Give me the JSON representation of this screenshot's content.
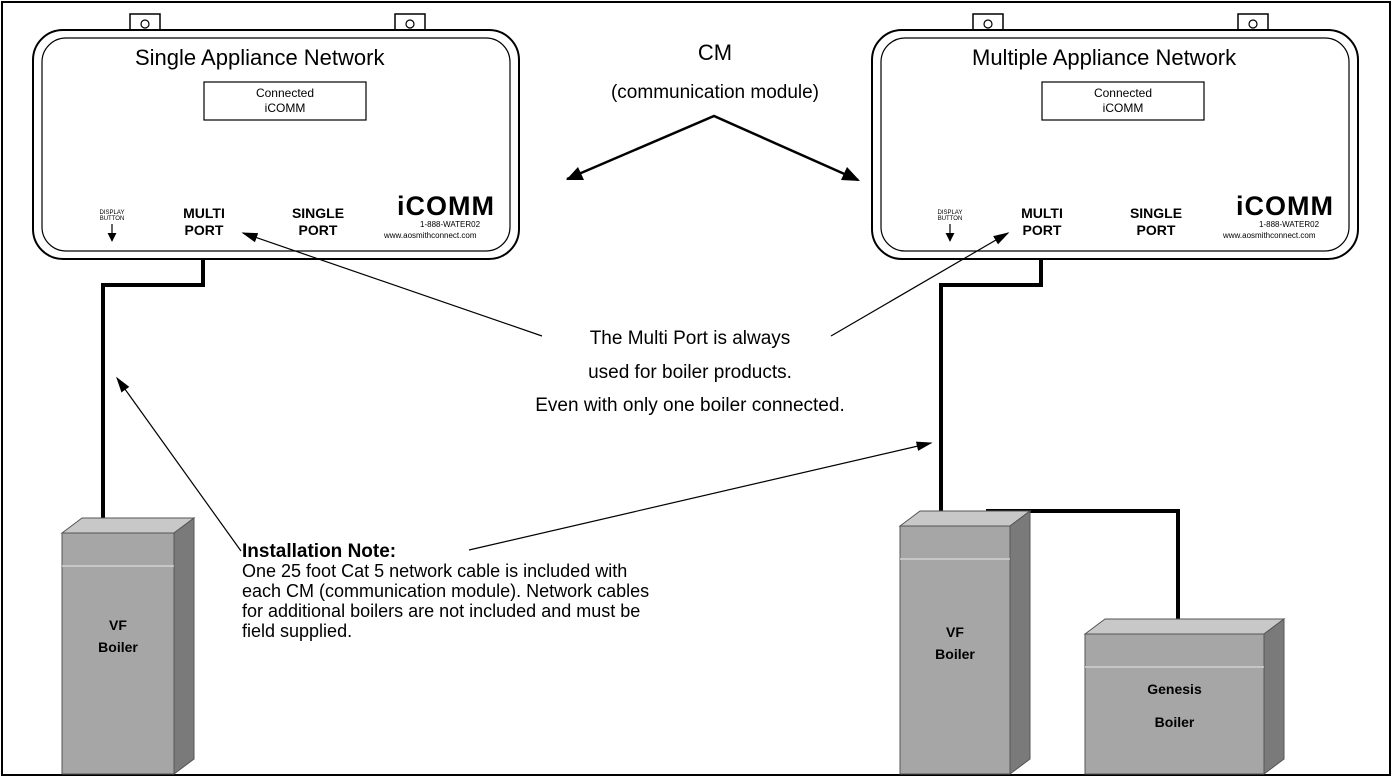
{
  "modules": [
    {
      "title": "Single Appliance Network",
      "display_line1": "Connected",
      "display_line2": "iCOMM",
      "display_button_line1": "DISPLAY",
      "display_button_line2": "BUTTON",
      "multi_port_line1": "MULTI",
      "multi_port_line2": "PORT",
      "single_port_line1": "SINGLE",
      "single_port_line2": "PORT",
      "brand": "iCOMM",
      "phone": "1-888-WATER02",
      "website": "www.aosmithconnect.com"
    },
    {
      "title": "Multiple Appliance Network",
      "display_line1": "Connected",
      "display_line2": "iCOMM",
      "display_button_line1": "DISPLAY",
      "display_button_line2": "BUTTON",
      "multi_port_line1": "MULTI",
      "multi_port_line2": "PORT",
      "single_port_line1": "SINGLE",
      "single_port_line2": "PORT",
      "brand": "iCOMM",
      "phone": "1-888-WATER02",
      "website": "www.aosmithconnect.com"
    }
  ],
  "cm_label": {
    "title": "CM",
    "subtitle": "(communication module)"
  },
  "multi_port_note": {
    "line1": "The Multi Port is always",
    "line2": "used for boiler products.",
    "line3": "Even with only one boiler connected."
  },
  "installation_note": {
    "heading": "Installation Note:",
    "line1": "One 25 foot Cat 5 network cable is included with",
    "line2": "each CM (communication module). Network cables",
    "line3": "for additional boilers are not included and must be",
    "line4": "field supplied."
  },
  "boilers": [
    {
      "line1": "VF",
      "line2": "Boiler"
    },
    {
      "line1": "VF",
      "line2": "Boiler"
    },
    {
      "line1": "Genesis",
      "line2": "Boiler"
    }
  ],
  "colors": {
    "boiler_front": "#a6a6a6",
    "boiler_side": "#7a7a7a",
    "boiler_top": "#c8c8c8",
    "line": "#000000"
  }
}
